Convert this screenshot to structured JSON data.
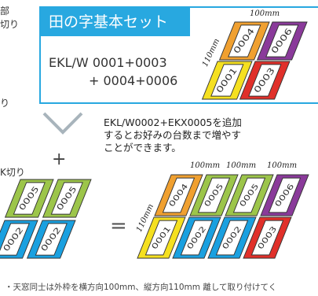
{
  "left_fragments": {
    "line1": "部",
    "line2": "切り",
    "line3": "り",
    "line4": "K切り"
  },
  "set_panel": {
    "title": "田の字基本セット",
    "product_line1": "EKL/W 0001+0003",
    "product_line2": "+ 0004+0006"
  },
  "addition_note": {
    "line1": "EKL/W0002+EKX0005を追加",
    "line2": "するとお好みの台数まで増やす",
    "line3": "ことができます。"
  },
  "symbols": {
    "plus": "+",
    "equals": "="
  },
  "dimensions": {
    "top_width": "100mm",
    "top_height": "110mm",
    "bottom_widths": [
      "100mm",
      "100mm",
      "100mm"
    ],
    "bottom_height": "110mm"
  },
  "flashing_labels": {
    "top_set": [
      "0004",
      "0006",
      "0001",
      "0003"
    ],
    "added": [
      "0005",
      "0005",
      "0002",
      "0002"
    ],
    "result": [
      "0004",
      "0005",
      "0005",
      "0006",
      "0001",
      "0002",
      "0002",
      "0003"
    ]
  },
  "colors": {
    "accent_blue": "#28a8e0",
    "orange": "#f0a030",
    "purple": "#8a3a9a",
    "red": "#e0302a",
    "yellow": "#f5e020",
    "green": "#9cc54a",
    "blue": "#1aa0e0",
    "arrow_gray": "#a8b4bc"
  },
  "footnote": "・天窓同士は外枠を横方向100mm、縦方向110mm 離して取り付けてく"
}
